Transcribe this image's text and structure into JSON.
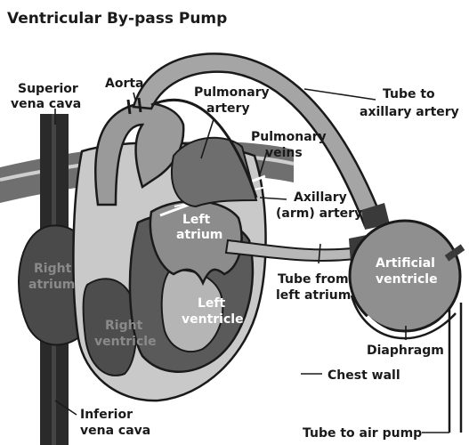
{
  "title": "Ventricular By-pass Pump",
  "labels": {
    "aorta": "Aorta",
    "superior_vena_cava_1": "Superior",
    "superior_vena_cava_2": "vena cava",
    "pulmonary_artery_1": "Pulmonary",
    "pulmonary_artery_2": "artery",
    "pulmonary_veins_1": "Pulmonary",
    "pulmonary_veins_2": "veins",
    "tube_to_axillary_1": "Tube to",
    "tube_to_axillary_2": "axillary artery",
    "axillary_artery_1": "Axillary",
    "axillary_artery_2": "(arm) artery",
    "left_atrium_1": "Left",
    "left_atrium_2": "atrium",
    "right_atrium_1": "Right",
    "right_atrium_2": "atrium",
    "right_ventricle_1": "Right",
    "right_ventricle_2": "ventricle",
    "left_ventricle_1": "Left",
    "left_ventricle_2": "ventricle",
    "tube_from_left_atrium_1": "Tube from",
    "tube_from_left_atrium_2": "left atrium",
    "artificial_ventricle_1": "Artificial",
    "artificial_ventricle_2": "ventricle",
    "diaphragm": "Diaphragm",
    "chest_wall": "Chest wall",
    "inferior_vena_cava_1": "Inferior",
    "inferior_vena_cava_2": "vena cava",
    "tube_to_air_pump": "Tube to air pump"
  }
}
